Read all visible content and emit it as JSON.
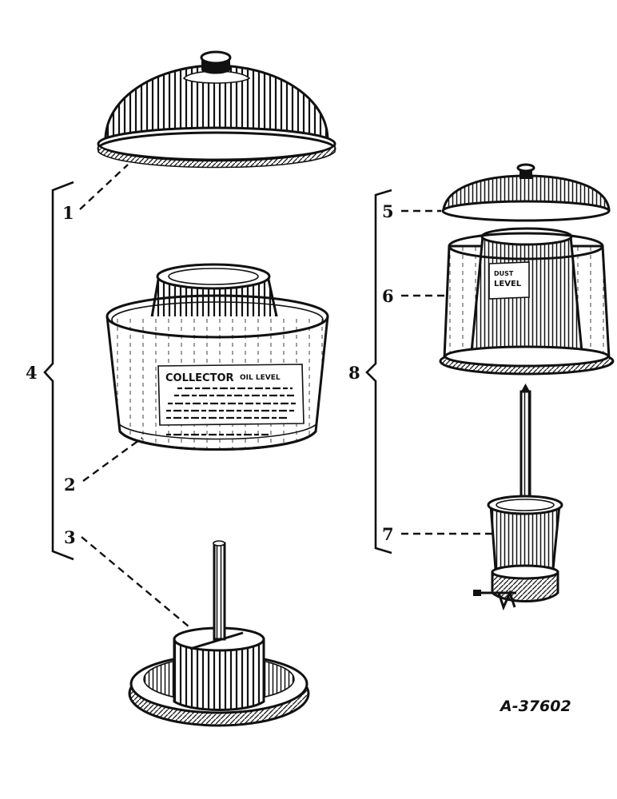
{
  "reference_number": "A-37602",
  "callouts": {
    "part_1": "1",
    "part_2": "2",
    "part_3": "3",
    "assembly_4": "4",
    "part_5": "5",
    "part_6": "6",
    "part_7": "7",
    "assembly_8": "8"
  },
  "bowl_label": {
    "heading": "COLLECTOR",
    "subheading": "OIL LEVEL"
  },
  "jar_label": {
    "line_1": "DUST",
    "line_2": "LEVEL"
  },
  "colors": {
    "ink": "#111111",
    "paper": "#ffffff"
  }
}
